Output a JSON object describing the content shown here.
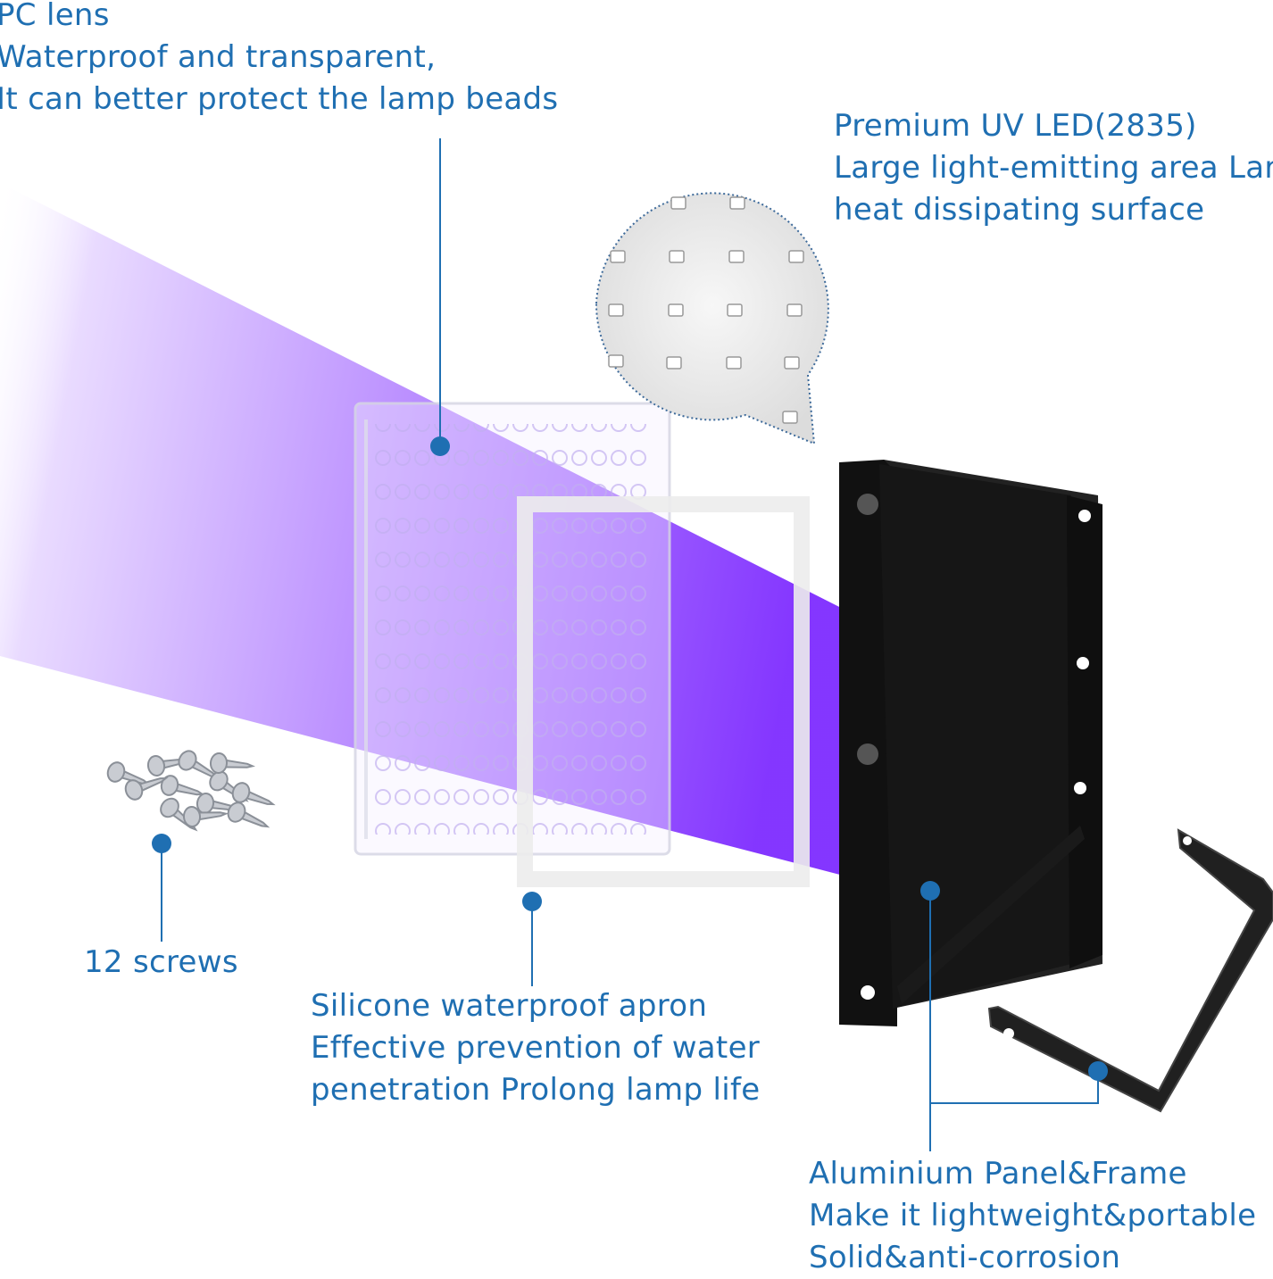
{
  "colors": {
    "label_blue": "#1f6fb2",
    "beam_purple": "#8a3ffc",
    "panel_black": "#141414"
  },
  "callouts": {
    "pc_lens": [
      "PC lens",
      "Waterproof and transparent,",
      "It can better protect the lamp beads"
    ],
    "uv_led": [
      "Premium UV LED(2835)",
      "Large light-emitting area Larg",
      "heat dissipating surface"
    ],
    "screws": [
      "12 screws"
    ],
    "apron": [
      "Silicone waterproof apron",
      "Effective prevention of water",
      "penetration Prolong lamp life"
    ],
    "panel": [
      "Aluminium Panel&Frame",
      "Make it lightweight&portable",
      "Solid&anti-corrosion"
    ]
  },
  "icons": [
    "led-chip-icon",
    "screw-icon",
    "callout-dot-icon"
  ]
}
